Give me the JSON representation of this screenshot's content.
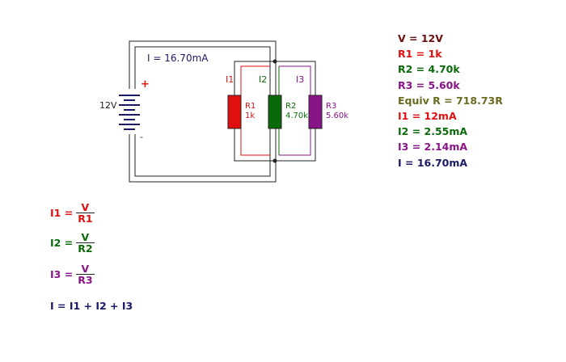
{
  "colors": {
    "wire": "#222222",
    "r1": "#e01010",
    "r2": "#0a6a0a",
    "r3": "#881488",
    "battery": "#1a1a66",
    "voltage": "#6a1010",
    "equiv": "#6a6a20",
    "total": "#1a1a66",
    "plus": "#e01010"
  },
  "diagram": {
    "current_label": "I = 16.70mA",
    "battery_label": "12V",
    "plus_sign": "+",
    "minus_sign": "-",
    "branch_labels": [
      "I1",
      "I2",
      "I3"
    ],
    "resistors": [
      {
        "name": "R1",
        "value": "1k"
      },
      {
        "name": "R2",
        "value": "4.70k"
      },
      {
        "name": "R3",
        "value": "5.60k"
      }
    ]
  },
  "values": {
    "v": "V = 12V",
    "r1": "R1 = 1k",
    "r2": "R2 = 4.70k",
    "r3": "R3 = 5.60k",
    "equiv": "Equiv R = 718.73R",
    "i1": "I1 = 12mA",
    "i2": "I2 = 2.55mA",
    "i3": "I3 = 2.14mA",
    "i": "I = 16.70mA"
  },
  "formulas": [
    {
      "lhs": "I1 =",
      "num": "V",
      "den": "R1"
    },
    {
      "lhs": "I2 =",
      "num": "V",
      "den": "R2"
    },
    {
      "lhs": "I3 =",
      "num": "V",
      "den": "R3"
    }
  ],
  "total_formula": "I = I1 + I2 + I3"
}
